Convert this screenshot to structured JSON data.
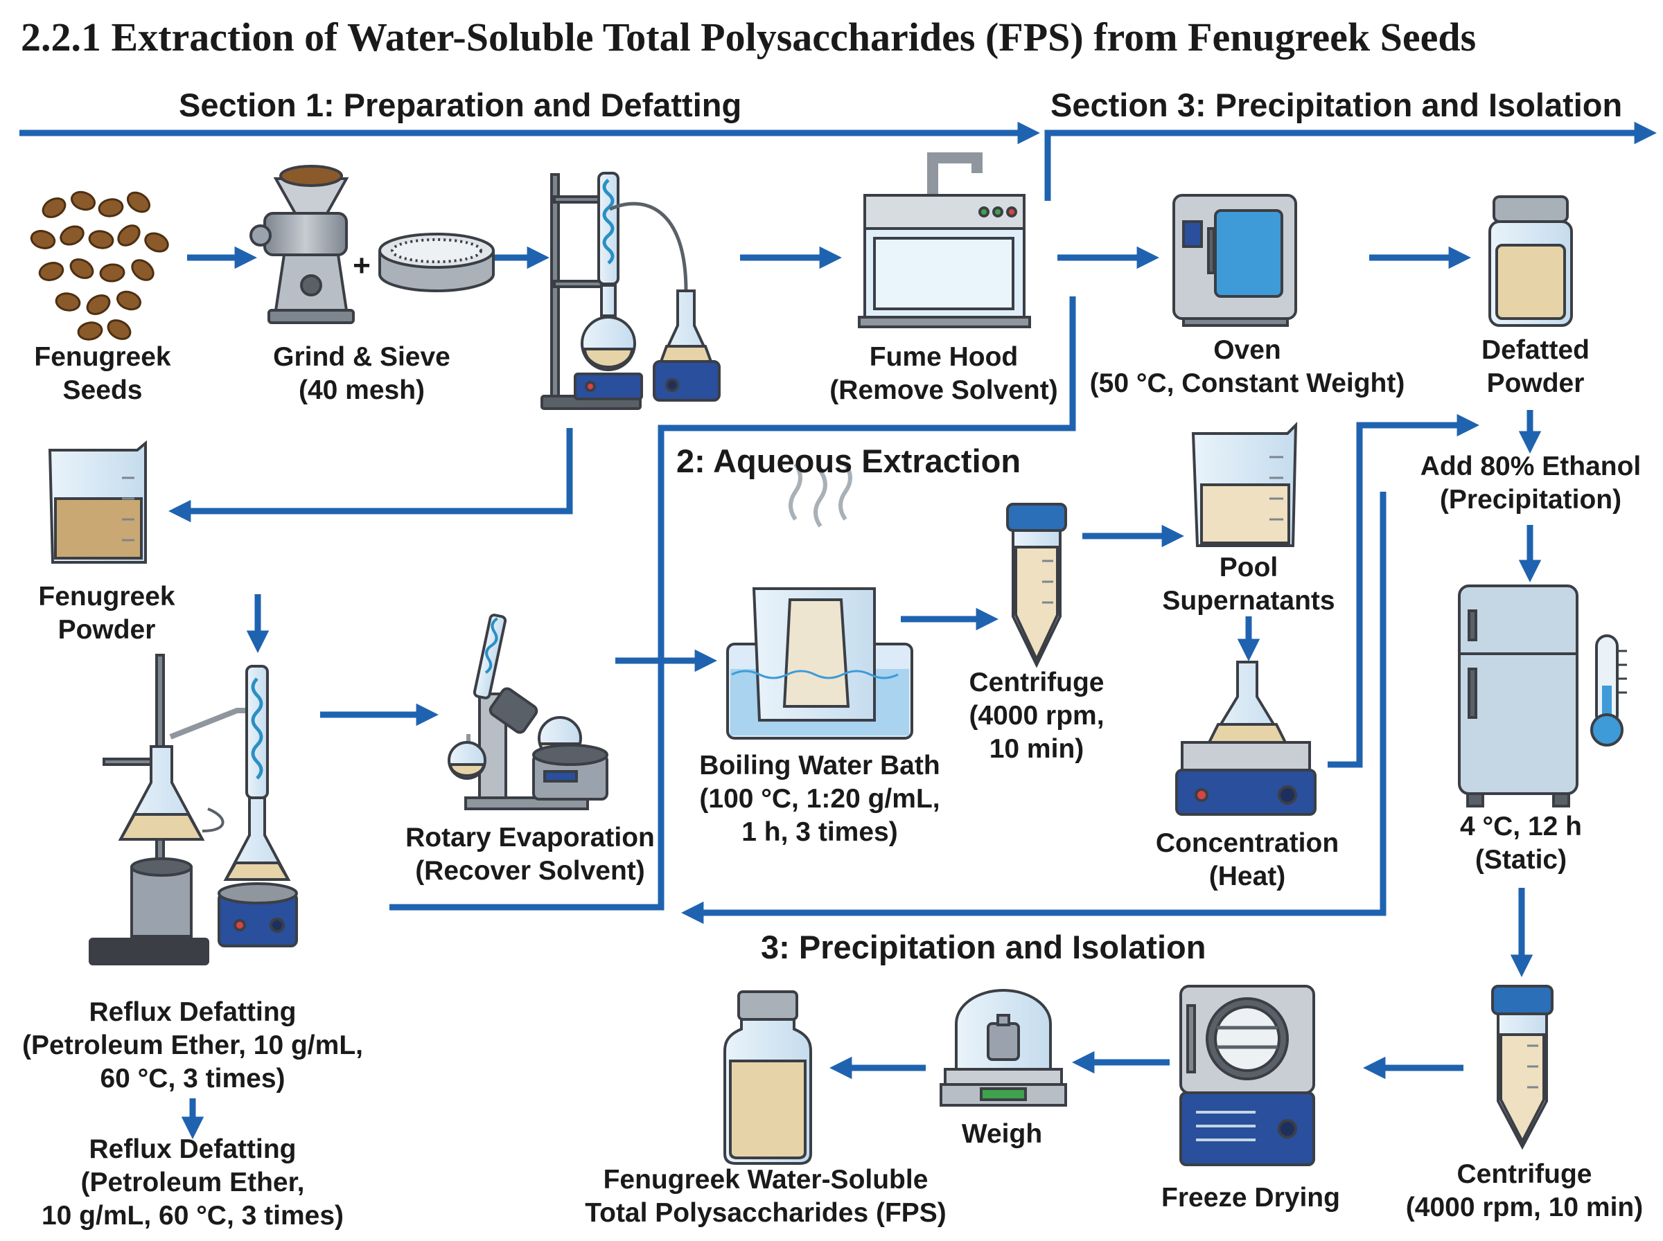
{
  "title": "2.2.1 Extraction of Water-Soluble Total Polysaccharides (FPS) from Fenugreek Seeds",
  "sections": {
    "s1": "Section 1: Preparation and Defatting",
    "s3_top": "Section 3: Precipitation and Isolation",
    "s2": "2: Aqueous Extraction",
    "s3_bottom": "3: Precipitation and Isolation"
  },
  "colors": {
    "flow": "#1f63b0",
    "glass": "#cfe3f2",
    "liquid": "#e6d3a8",
    "metal": "#9aa3ad",
    "apparatus_blue": "#2a4f9c",
    "seeds": "#8a5a2b"
  },
  "steps": {
    "seeds": [
      "Fenugreek",
      "Seeds"
    ],
    "grind": [
      "Grind & Sieve",
      "(40 mesh)"
    ],
    "fume": [
      "Fume Hood",
      "(Remove Solvent)"
    ],
    "oven": [
      "Oven",
      "(50 °C, Constant Weight)"
    ],
    "defatted": [
      "Defatted",
      "Powder"
    ],
    "powder": [
      "Fenugreek",
      "Powder"
    ],
    "ethanol": [
      "Add 80% Ethanol",
      "(Precipitation)"
    ],
    "pool": [
      "Pool",
      "Supernatants"
    ],
    "centrifuge1": [
      "Centrifuge",
      "(4000 rpm,",
      "10 min)"
    ],
    "boiling": [
      "Boiling Water Bath",
      "(100 °C, 1:20 g/mL,",
      "1 h, 3 times)"
    ],
    "rotary": [
      "Rotary Evaporation",
      "(Recover Solvent)"
    ],
    "concentration": [
      "Concentration",
      "(Heat)"
    ],
    "fridge": [
      "4 °C, 12 h",
      "(Static)"
    ],
    "reflux1": [
      "Reflux Defatting",
      "(Petroleum Ether, 10 g/mL,",
      "60 °C, 3 times)"
    ],
    "reflux2": [
      "Reflux Defatting",
      "(Petroleum Ether,",
      "10 g/mL, 60 °C, 3 times)"
    ],
    "fps": [
      "Fenugreek Water-Soluble",
      "Total Polysaccharides (FPS)"
    ],
    "weigh": [
      "Weigh"
    ],
    "freeze": [
      "Freeze Drying"
    ],
    "centrifuge2": [
      "Centrifuge",
      "(4000 rpm, 10 min)"
    ]
  }
}
